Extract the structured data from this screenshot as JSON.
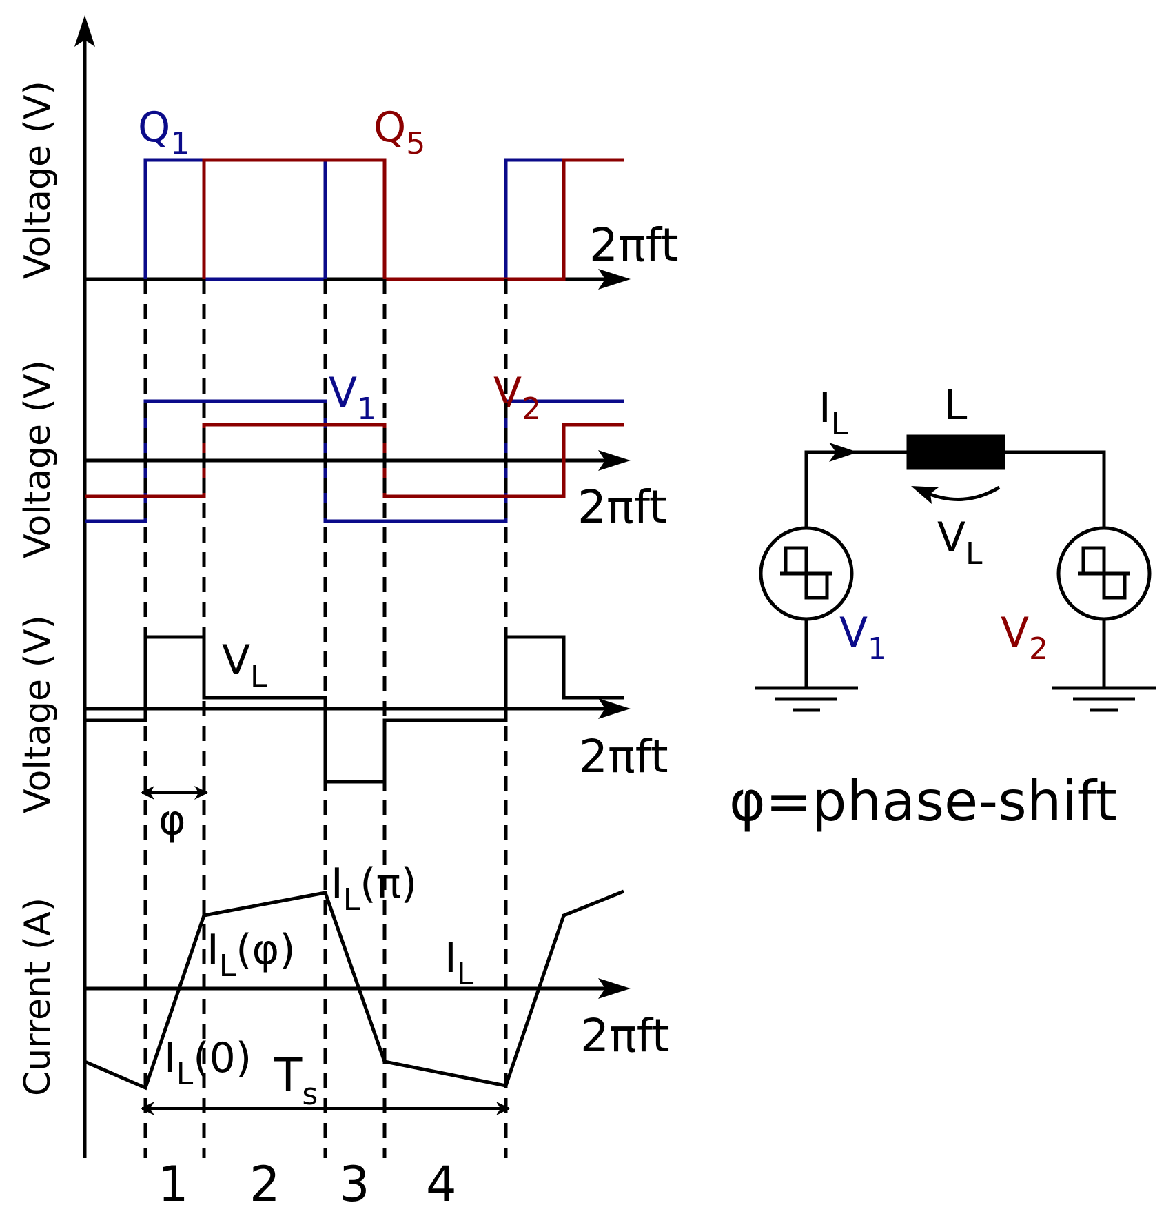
{
  "colors": {
    "q1": "#0b0b8a",
    "q5": "#8b0000",
    "ink": "#000000"
  },
  "plots": {
    "p1": {
      "ylabel": "Voltage (V)",
      "xlabel": "2πft",
      "q1_main": "Q",
      "q1_sub": "1",
      "q5_main": "Q",
      "q5_sub": "5"
    },
    "p2": {
      "ylabel": "Voltage (V)",
      "xlabel": "2πft",
      "v1_main": "V",
      "v1_sub": "1",
      "v2_main": "V",
      "v2_sub": "2"
    },
    "p3": {
      "ylabel": "Voltage (V)",
      "xlabel": "2πft",
      "vl_main": "V",
      "vl_sub": "L",
      "phi": "φ"
    },
    "p4": {
      "ylabel": "Current (A)",
      "xlabel": "2πft",
      "il0_main": "I",
      "il0_sub": "L",
      "il0_arg": "(0)",
      "ilphi_main": "I",
      "ilphi_sub": "L",
      "ilphi_arg": "(φ)",
      "ilpi_main": "I",
      "ilpi_sub": "L",
      "ilpi_arg": "(π)",
      "il_main": "I",
      "il_sub": "L",
      "ts_main": "T",
      "ts_sub": "s"
    }
  },
  "intervals": [
    "1",
    "2",
    "3",
    "4"
  ],
  "circuit": {
    "il_main": "I",
    "il_sub": "L",
    "inductor": "L",
    "vl_main": "V",
    "vl_sub": "L",
    "v1_main": "V",
    "v1_sub": "1",
    "v2_main": "V",
    "v2_sub": "2"
  },
  "definition": "φ=phase-shift"
}
